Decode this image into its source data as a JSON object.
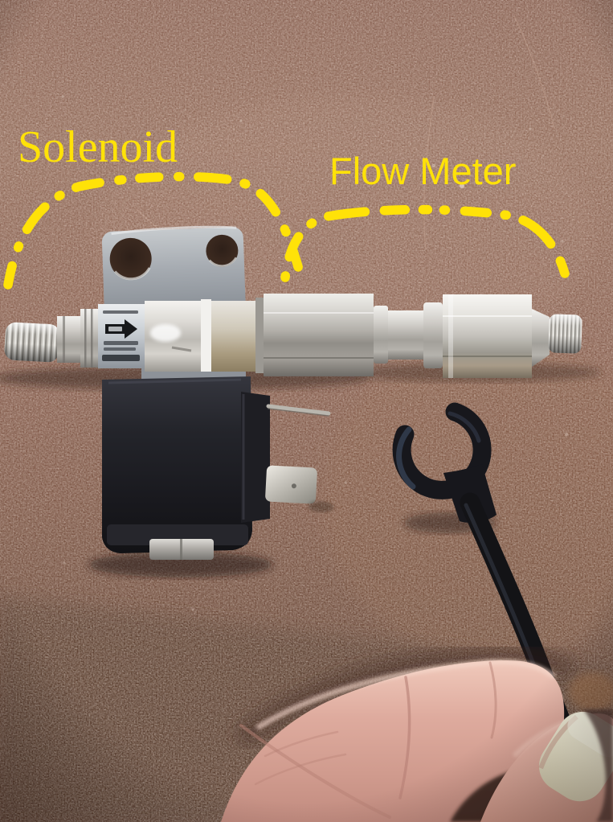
{
  "scene": {
    "description": "Photograph of a CO2 solenoid valve and inline flow meter assembly lying on brown suede leather; a hand at bottom right holds a black cable fitted with a C-shaped tubing clip; yellow hand-drawn brackets annotate the two components.",
    "annotation_color": "#FFE208"
  },
  "annotations": {
    "solenoid": {
      "label": "Solenoid"
    },
    "flow_meter": {
      "label": "Flow Meter"
    }
  },
  "components": {
    "mounting_bracket": "steel mounting plate with two holes",
    "needle_valve_knob": "knurled adjustment knob (left end)",
    "valve_body_label": "wrapped label with black flow-direction arrow (printing upside down, illegible)",
    "solenoid_coil": "black solenoid coil with DIN connector, thin pin and spade terminal",
    "flow_meter_body": "chromed hex fittings with knurled end knob (right end)",
    "tubing_clip": "black C-shaped tubing clip",
    "cable": "black cable held between finger and thumb"
  },
  "colors": {
    "leather_light": "#97705F",
    "leather_mid": "#83594A",
    "leather_dark": "#5E4336",
    "metal_light": "#F2F1ED",
    "metal_dark": "#7E7B76",
    "coil_black": "#1B1B1F",
    "cable_black": "#141417",
    "skin": "#D9A79B",
    "nail": "#ECE8D2",
    "label_white": "#D3D6DA"
  }
}
